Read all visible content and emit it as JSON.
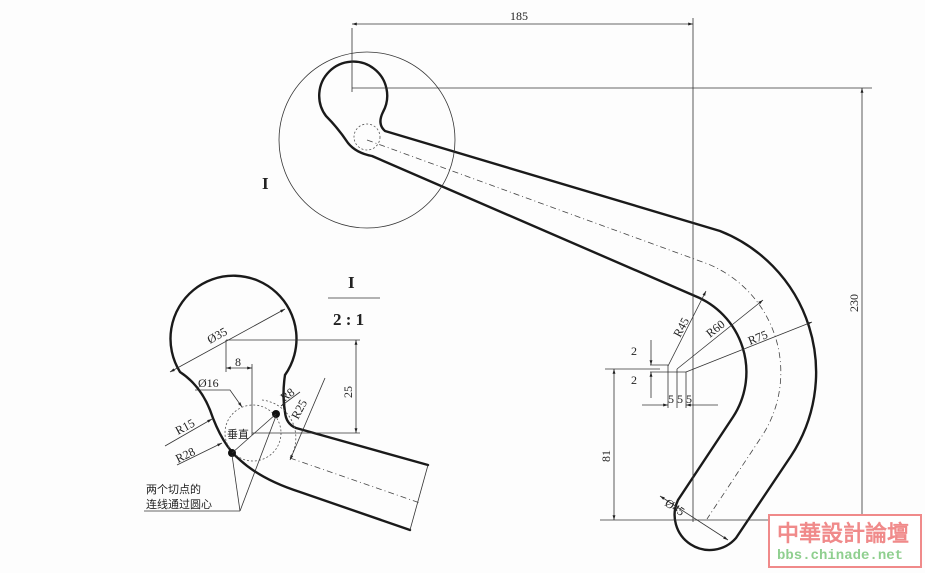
{
  "main_view": {
    "dims": {
      "width_185": "185",
      "height_230": "230",
      "height_81": "81",
      "r45": "R45",
      "r60": "R60",
      "r75": "R75",
      "dia45": "Ø45",
      "offset_2a": "2",
      "offset_2b": "2",
      "step_5a": "5",
      "step_5b": "5",
      "step_5c": "5"
    },
    "detail_marker": "I"
  },
  "detail_view": {
    "title": "I",
    "scale": "2 : 1",
    "dims": {
      "dia35": "Ø35",
      "dia16": "Ø16",
      "d8": "8",
      "d25": "25",
      "r8": "R8",
      "r25": "R25",
      "r15": "R15",
      "r28": "R28"
    },
    "perpendicular_note": "垂直",
    "note_line1": "两个切点的",
    "note_line2": "连线通过圆心"
  },
  "watermark": {
    "title": "中華設計論壇",
    "url": "bbs.chinade.net",
    "border_color": "#f08a8a",
    "url_color": "#8fcf8f"
  }
}
